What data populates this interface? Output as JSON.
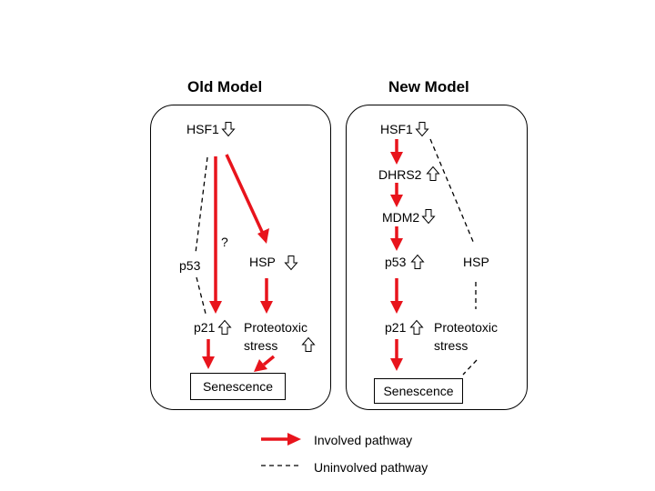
{
  "old_model": {
    "title": "Old  Model",
    "hsf1": "HSF1",
    "p53": "p53",
    "question": "?",
    "hsp": "HSP",
    "p21": "p21",
    "proteotoxic": "Proteotoxic",
    "stress": "stress",
    "senescence": "Senescence"
  },
  "new_model": {
    "title": "New Model",
    "hsf1": "HSF1",
    "dhrs2": "DHRS2",
    "mdm2": "MDM2",
    "p53": "p53",
    "hsp": "HSP",
    "p21": "p21",
    "proteotoxic": "Proteotoxic",
    "stress": "stress",
    "senescence": "Senescence"
  },
  "legend": {
    "involved": "Involved pathway",
    "uninvolved": "Uninvolved pathway"
  },
  "colors": {
    "involved": "#e8141c",
    "uninvolved": "#000000"
  },
  "icons": {
    "up": "outline-up-arrow-icon",
    "down": "outline-down-arrow-icon"
  }
}
